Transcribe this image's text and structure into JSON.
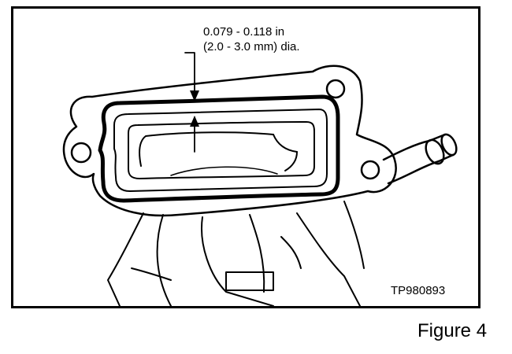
{
  "annotation": {
    "line1": "0.079 - 0.118 in",
    "line2": "(2.0 - 3.0 mm) dia."
  },
  "image_code": "TP980893",
  "caption": "Figure 4"
}
